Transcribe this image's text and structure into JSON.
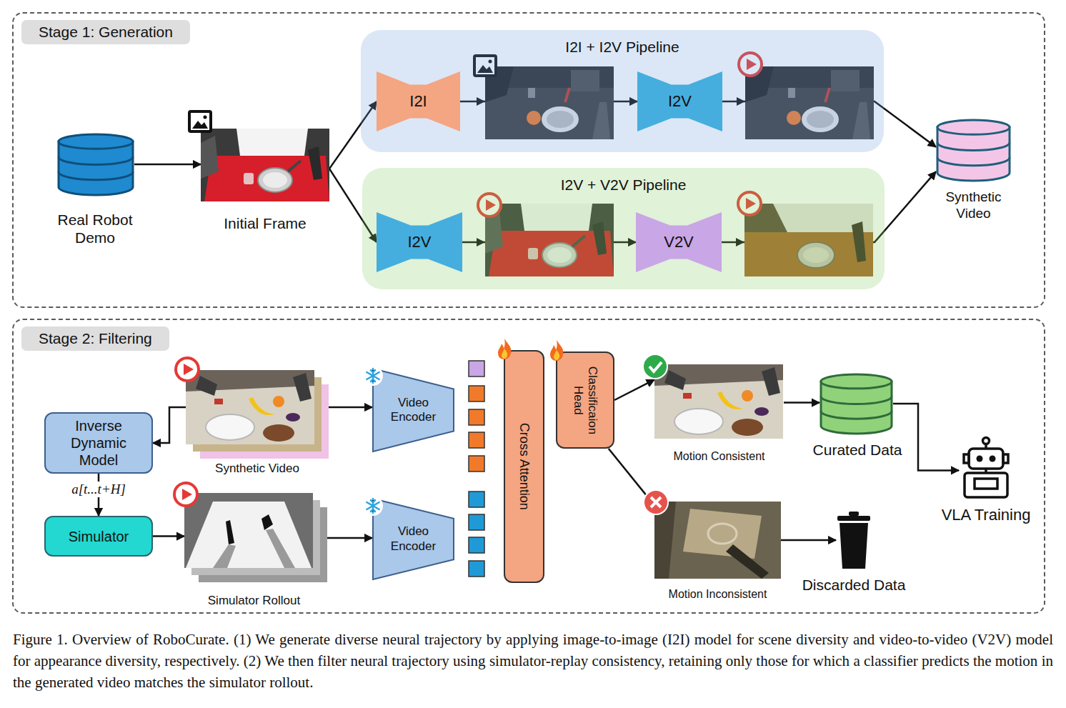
{
  "diagram": {
    "caption": "Figure 1. Overview of RoboCurate. (1) We generate diverse neural trajectory by applying image-to-image (I2I) model for scene diversity and video-to-video (V2V) model for appearance diversity, respectively. (2) We then filter neural trajectory using simulator-replay consistency, retaining only those for which a classifier predicts the motion in the generated video matches the simulator rollout.",
    "nodes": [
      {
        "text": [
          "Stage 1: Generation"
        ]
      },
      {
        "text": [
          "Real Robot Demo"
        ],
        "in": 0
      },
      {
        "text": [
          "Initial Frame"
        ],
        "in": 0
      },
      {
        "text": [
          "I2I + I2V Pipeline"
        ],
        "in": 0
      },
      {
        "text": [
          "I2I"
        ],
        "in": 3
      },
      {
        "text": [
          "I2V"
        ],
        "in": 3
      },
      {
        "text": [
          "I2V + V2V Pipeline"
        ],
        "in": 0
      },
      {
        "text": [
          "I2V"
        ],
        "in": 6
      },
      {
        "text": [
          "V2V"
        ],
        "in": 6
      },
      {
        "text": [
          "Synthetic Video"
        ],
        "in": 0
      },
      {
        "text": [
          "Stage 2: Filtering"
        ]
      },
      {
        "text": [
          "Synthetic Video"
        ],
        "in": 10
      },
      {
        "text": [
          "Inverse Dynamic Model"
        ],
        "in": 10
      },
      {
        "text": [
          "Simulator"
        ],
        "in": 10
      },
      {
        "text": [
          "Simulator Rollout"
        ],
        "in": 10
      },
      {
        "text": [
          "Video Encoder"
        ],
        "in": 10
      },
      {
        "text": [
          "Video Encoder"
        ],
        "in": 10
      },
      {
        "text": [
          "Cross Attention"
        ],
        "in": 10
      },
      {
        "text": [
          "Classificaion Head"
        ],
        "in": 10
      },
      {
        "text": [
          "Motion Consistent"
        ],
        "in": 10
      },
      {
        "text": [
          "Motion Inconsistent"
        ],
        "in": 10
      },
      {
        "text": [
          "Curated Data"
        ],
        "in": 10
      },
      {
        "text": [
          "Discarded Data"
        ],
        "in": 10
      },
      {
        "text": [
          "VLA Training"
        ],
        "in": 10
      }
    ],
    "edges": [
      {
        "from": 1,
        "to": 2,
        "arrow": "to"
      },
      {
        "from": 2,
        "to": 4,
        "arrow": "to"
      },
      {
        "from": 2,
        "to": 7,
        "arrow": "to"
      },
      {
        "from": 4,
        "to": 5,
        "arrow": "to"
      },
      {
        "from": 7,
        "to": 8,
        "arrow": "to"
      },
      {
        "from": 5,
        "to": 9,
        "arrow": "to"
      },
      {
        "from": 8,
        "to": 9,
        "arrow": "to"
      },
      {
        "from": 11,
        "to": 12,
        "arrow": "to"
      },
      {
        "from": 12,
        "to": 13,
        "label": "a[t...t+H]",
        "arrow": "to"
      },
      {
        "from": 13,
        "to": 14,
        "arrow": "to"
      },
      {
        "from": 11,
        "to": 15,
        "arrow": "to"
      },
      {
        "from": 14,
        "to": 16,
        "arrow": "to"
      },
      {
        "from": 18,
        "to": 19,
        "arrow": "to"
      },
      {
        "from": 18,
        "to": 20,
        "arrow": "to"
      },
      {
        "from": 19,
        "to": 21,
        "arrow": "to"
      },
      {
        "from": 20,
        "to": 22,
        "arrow": "to"
      },
      {
        "from": 21,
        "to": 23,
        "arrow": "to"
      }
    ]
  }
}
